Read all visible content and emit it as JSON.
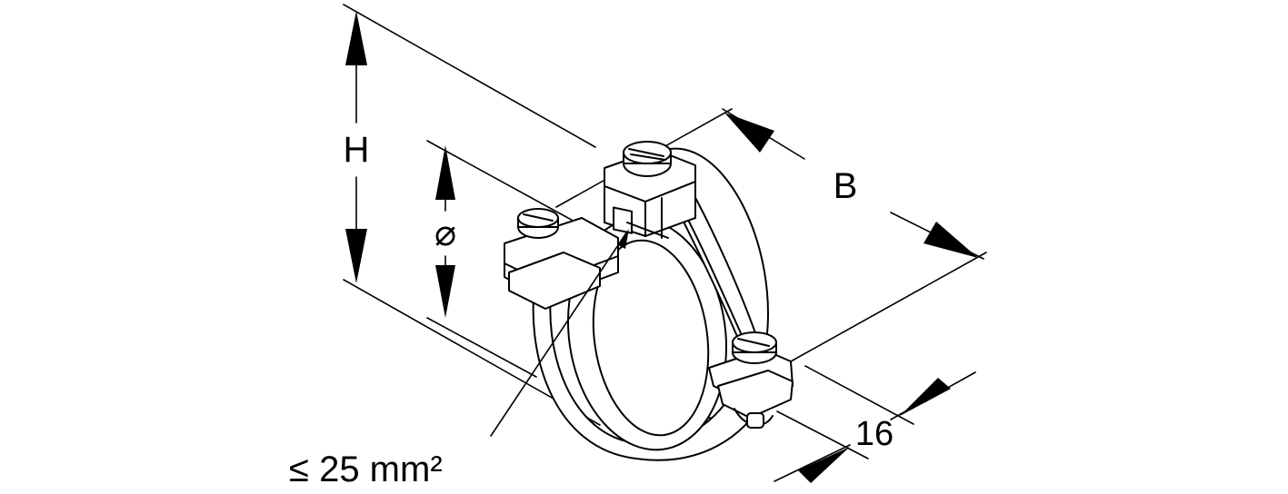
{
  "dimensions": {
    "height_label": "H",
    "diameter_symbol": "⌀",
    "width_label": "B",
    "thickness_label": "16",
    "cross_section_label": "≤ 25 mm²"
  }
}
